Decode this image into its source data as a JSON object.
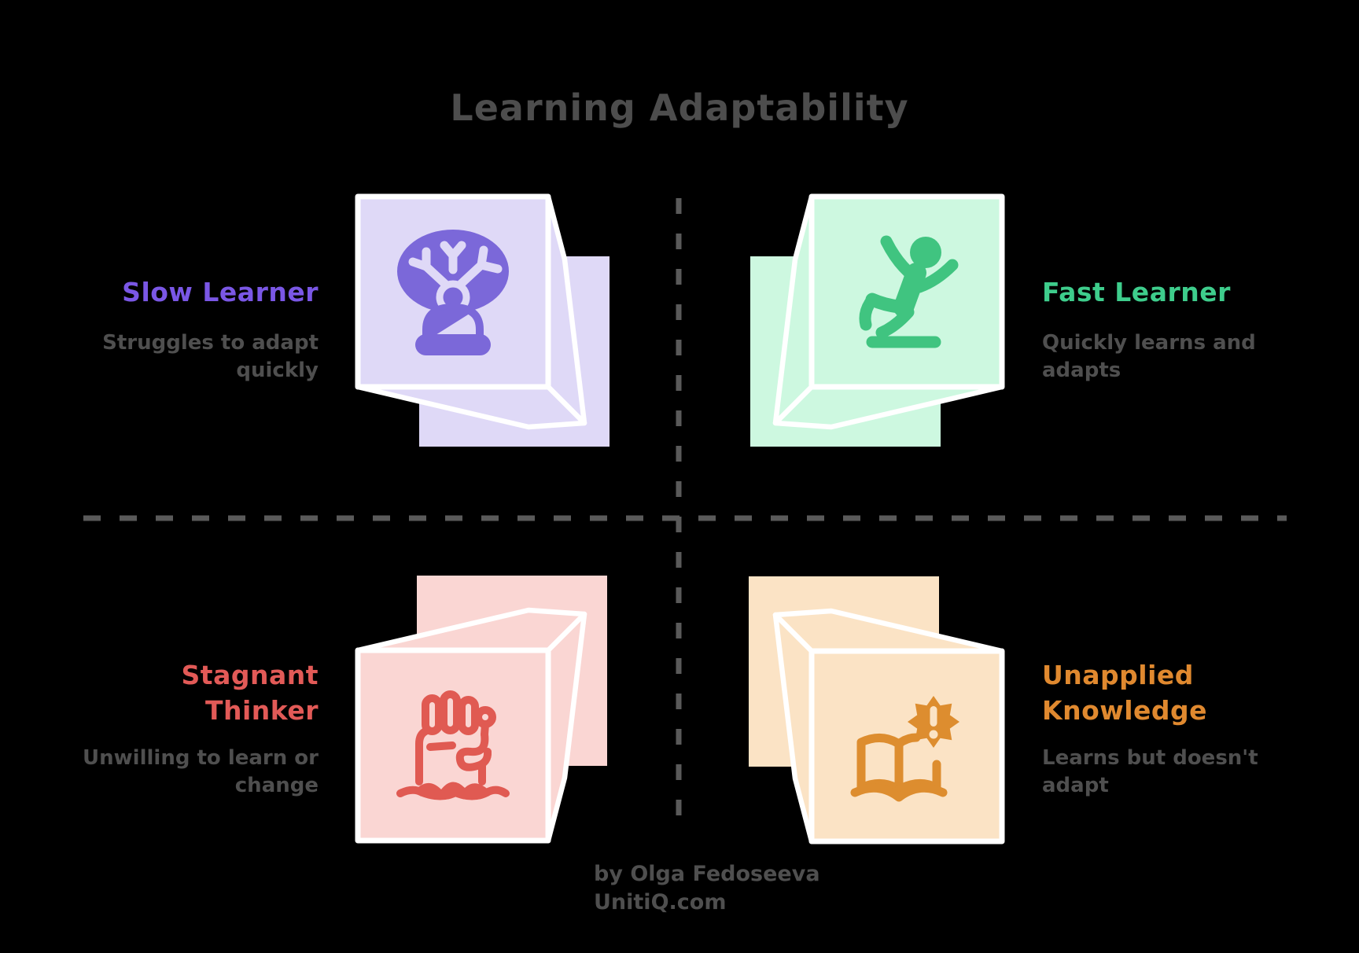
{
  "title": "Learning Adaptability",
  "quadrants": [
    {
      "id": "slow-learner",
      "position": "top-left",
      "label_lines": [
        "Slow Learner"
      ],
      "description_lines": [
        "Struggles to adapt",
        "quickly"
      ],
      "accent_color": "#7a57e5",
      "box_fill": "#dfd9f7",
      "icon": "meditating-person-under-tree-icon",
      "icon_color": "#7b68d9"
    },
    {
      "id": "fast-learner",
      "position": "top-right",
      "label_lines": [
        "Fast Learner"
      ],
      "description_lines": [
        "Quickly learns and",
        "adapts"
      ],
      "accent_color": "#3ecd8c",
      "box_fill": "#cdf8e0",
      "icon": "falling-person-icon",
      "icon_color": "#40c480"
    },
    {
      "id": "stagnant-thinker",
      "position": "bottom-left",
      "label_lines": [
        "Stagnant",
        "Thinker"
      ],
      "description_lines": [
        "Unwilling to learn or",
        "change"
      ],
      "accent_color": "#e25a57",
      "box_fill": "#fad6d3",
      "icon": "hand-rising-from-ground-icon",
      "icon_color": "#e05a52"
    },
    {
      "id": "unapplied-knowledge",
      "position": "bottom-right",
      "label_lines": [
        "Unapplied",
        "Knowledge"
      ],
      "description_lines": [
        "Learns but doesn't",
        "adapt"
      ],
      "accent_color": "#e0892f",
      "box_fill": "#fbe3c5",
      "icon": "open-book-alert-icon",
      "icon_color": "#dd8d2f"
    }
  ],
  "footer": {
    "byline": "by Olga Fedoseeva",
    "website": "UnitiQ.com"
  },
  "colors": {
    "background": "#000000",
    "title_text": "#4d4d4d",
    "body_text": "#4f4f4f",
    "divider_line": "#5a5a5a",
    "box_border": "#ffffff"
  }
}
